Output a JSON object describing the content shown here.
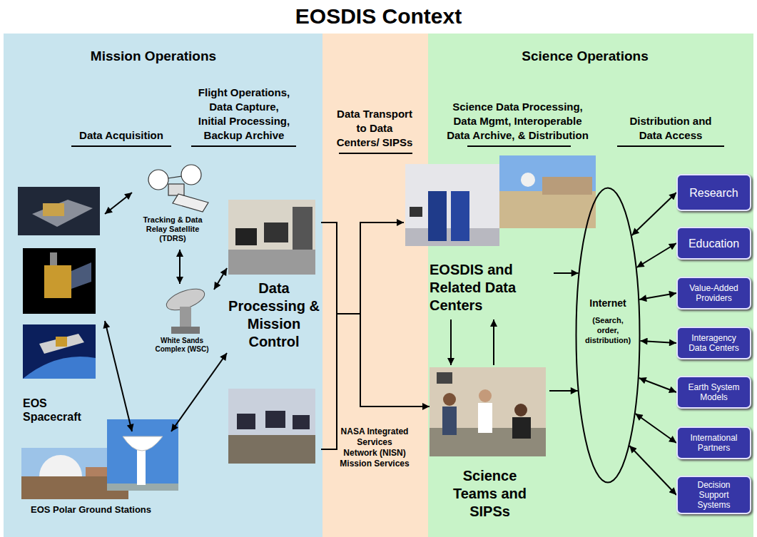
{
  "diagram": {
    "title": "EOSDIS Context",
    "nodes": [
      {
        "text": [
          "Mission Operations"
        ]
      },
      {
        "text": [
          "EOS Spacecraft"
        ],
        "in": 0
      },
      {
        "text": [
          "Tracking & Data Relay Satellite (TDRS)"
        ],
        "in": 0
      },
      {
        "text": [
          "White Sands Complex (WSC)"
        ],
        "in": 0
      },
      {
        "text": [
          "Data Processing & Mission Control"
        ],
        "in": 0
      },
      {
        "text": [
          "EOS Polar Ground Stations"
        ],
        "in": 0
      },
      {
        "text": [
          "Science Operations"
        ]
      },
      {
        "text": [
          "EOSDIS and Related Data Centers"
        ],
        "in": 6
      },
      {
        "text": [
          "Science Teams and SIPSs"
        ],
        "in": 6
      },
      {
        "text": [
          "Internet",
          "(Search, order, distribution)"
        ],
        "in": 6
      },
      {
        "text": [
          "Research"
        ],
        "in": 6
      },
      {
        "text": [
          "Education"
        ],
        "in": 6
      },
      {
        "text": [
          "Value-Added Providers"
        ],
        "in": 6
      },
      {
        "text": [
          "Interagency Data Centers"
        ],
        "in": 6
      },
      {
        "text": [
          "Earth System Models"
        ],
        "in": 6
      },
      {
        "text": [
          "International Partners"
        ],
        "in": 6
      },
      {
        "text": [
          "Decision Support Systems"
        ],
        "in": 6
      }
    ],
    "edges": [
      {
        "from": 1,
        "to": 2,
        "arrow": "both"
      },
      {
        "from": 2,
        "to": 3,
        "arrow": "both"
      },
      {
        "from": 3,
        "to": 4,
        "arrow": "both"
      },
      {
        "from": 1,
        "to": 5,
        "arrow": "both"
      },
      {
        "from": 5,
        "to": 4,
        "arrow": "both"
      },
      {
        "from": 4,
        "to": 7,
        "arrow": "to"
      },
      {
        "from": 4,
        "to": 8,
        "arrow": "to"
      },
      {
        "from": 7,
        "to": 8,
        "arrow": "to"
      },
      {
        "from": 8,
        "to": 7,
        "arrow": "to"
      },
      {
        "from": 7,
        "to": 9,
        "arrow": "to"
      },
      {
        "from": 8,
        "to": 9,
        "arrow": "to"
      },
      {
        "from": 9,
        "to": 10,
        "arrow": "both"
      },
      {
        "from": 9,
        "to": 11,
        "arrow": "both"
      },
      {
        "from": 9,
        "to": 12,
        "arrow": "both"
      },
      {
        "from": 9,
        "to": 13,
        "arrow": "both"
      },
      {
        "from": 9,
        "to": 14,
        "arrow": "both"
      },
      {
        "from": 9,
        "to": 15,
        "arrow": "both"
      },
      {
        "from": 9,
        "to": 16,
        "arrow": "both"
      }
    ],
    "labels": [
      "Data Acquisition",
      "Flight Operations, Data Capture, Initial Processing, Backup Archive",
      "Data Transport to Data Centers/ SIPSs",
      "Science Data Processing, Data Mgmt, Interoperable Data Archive, & Distribution",
      "Distribution and Data Access",
      "NASA Integrated Services Network (NISN) Mission Services"
    ]
  }
}
